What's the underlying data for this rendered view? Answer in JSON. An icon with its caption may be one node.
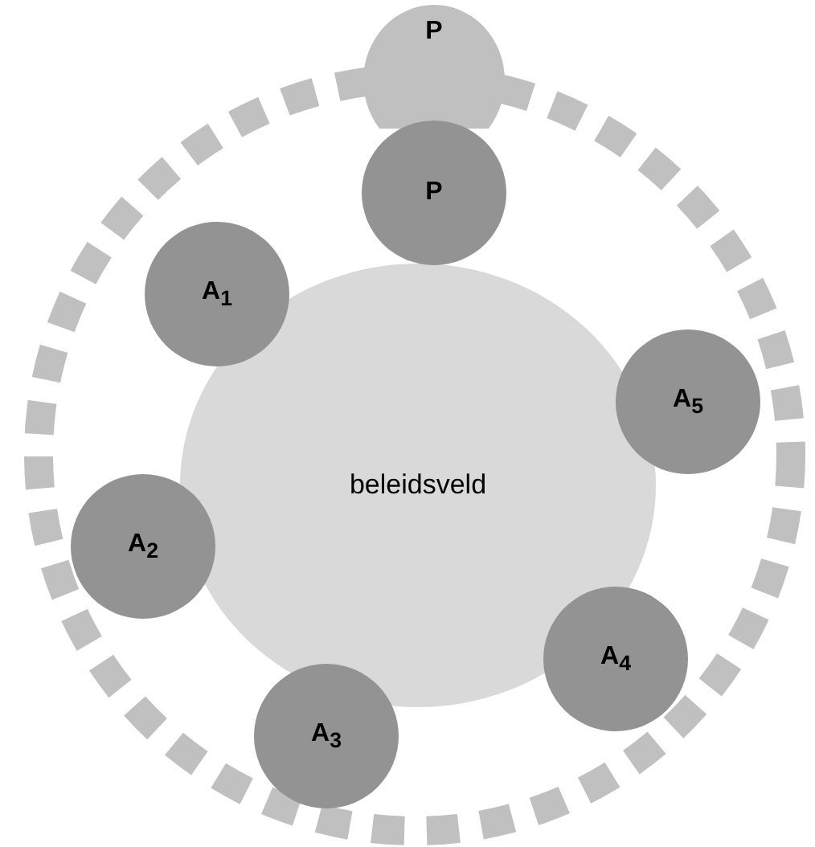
{
  "diagram": {
    "nodes": [
      {
        "text": [
          "P"
        ]
      },
      {
        "text": [
          "P"
        ]
      },
      {
        "text": [
          "A$_{1}$"
        ]
      },
      {
        "text": [
          "A$_{5}$"
        ]
      },
      {
        "text": [
          "beleidsveld"
        ]
      },
      {
        "text": [
          "A$_{2}$"
        ]
      },
      {
        "text": [
          "A$_{4}$"
        ]
      },
      {
        "text": [
          "A$_{3}$"
        ]
      }
    ]
  }
}
